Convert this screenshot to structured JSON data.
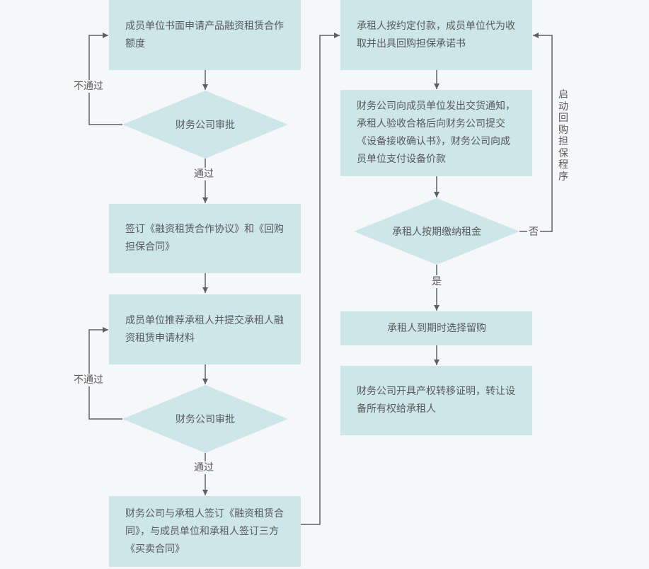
{
  "steps": {
    "apply": "成员单位书面申请产品融资租赁合作额度",
    "approve1": "财务公司审批",
    "sign_agreement": "签订《融资租赁合作协议》和《回购担保合同》",
    "recommend": "成员单位推荐承租人并提交承租人融资租赁申请材料",
    "approve2": "财务公司审批",
    "sign_contracts": "财务公司与承租人签订《融资租赁合同》，与成员单位和承租人签订三方《买卖合同》",
    "pay": "承租人按约定付款，成员单位代为收取并出具回购担保承诺书",
    "delivery": "财务公司向成员单位发出交货通知，承租人验收合格后向财务公司提交《设备接收确认书》，财务公司向成员单位支付设备价款",
    "rent_check": "承租人按期缴纳租金",
    "retain": "承租人到期时选择留购",
    "transfer": "财务公司开具产权转移证明，转让设备所有权给承租人"
  },
  "edge_labels": {
    "reject1": "不通过",
    "pass1": "通过",
    "reject2": "不通过",
    "pass2": "通过",
    "no": "否",
    "yes": "是",
    "restart": "启动回购担保程序"
  },
  "colors": {
    "box_fill": "#cde6ea",
    "line": "#5f6163",
    "background": "#f6f7f9",
    "text": "#5a5a5a"
  }
}
